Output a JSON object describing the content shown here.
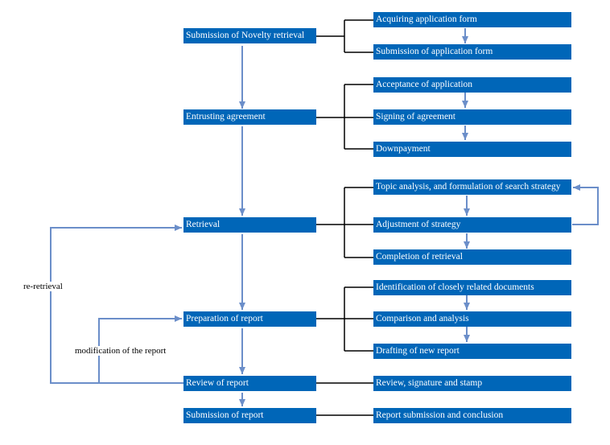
{
  "colors": {
    "box_fill": "#0066b8",
    "box_text": "#ffffff",
    "arrow": "#6b8ec9",
    "connector": "#000000"
  },
  "main_steps": [
    "Submission of Novelty retrieval",
    "Entrusting agreement",
    "Retrieval",
    "Preparation of report",
    "Review of report",
    "Submission of report"
  ],
  "sub_steps": [
    [
      "Acquiring application form",
      "Submission of application form"
    ],
    [
      "Acceptance of application",
      "Signing of agreement",
      "Downpayment"
    ],
    [
      "Topic analysis, and formulation of search strategy",
      "Adjustment of strategy",
      "Completion of retrieval"
    ],
    [
      "Identification of closely related documents",
      "Comparison and analysis",
      "Drafting of new report"
    ],
    [
      "Review, signature and stamp"
    ],
    [
      "Report submission and conclusion"
    ]
  ],
  "feedback": {
    "re_retrieval": "re-retrieval",
    "modification": "modification of the report"
  }
}
